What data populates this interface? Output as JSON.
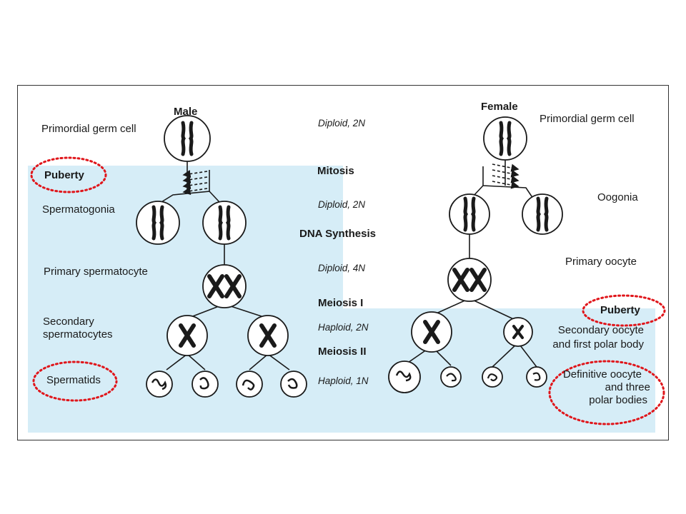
{
  "colors": {
    "panel": "#d6edf7",
    "ink": "#1a1a1a",
    "highlight": "#e0161b"
  },
  "headers": {
    "male": "Male",
    "female": "Female"
  },
  "center": {
    "diploid_2n_top": "Diploid, 2N",
    "mitosis": "Mitosis",
    "diploid_2n": "Diploid, 2N",
    "dna_synthesis": "DNA Synthesis",
    "diploid_4n": "Diploid, 4N",
    "meiosis_1": "Meiosis I",
    "haploid_2n": "Haploid, 2N",
    "meiosis_2": "Meiosis II",
    "haploid_1n": "Haploid, 1N"
  },
  "male": {
    "primordial": "Primordial germ cell",
    "puberty": "Puberty",
    "spermatogonia": "Spermatogonia",
    "primary": "Primary spermatocyte",
    "secondary_line1": "Secondary",
    "secondary_line2": "spermatocytes",
    "spermatids": "Spermatids"
  },
  "female": {
    "primordial": "Primordial germ cell",
    "oogonia": "Oogonia",
    "primary": "Primary oocyte",
    "puberty": "Puberty",
    "secondary_line1": "Secondary oocyte",
    "secondary_line2": "and first polar body",
    "definitive_line1": "Definitive oocyte",
    "definitive_line2": "and three",
    "definitive_line3": "polar bodies"
  }
}
